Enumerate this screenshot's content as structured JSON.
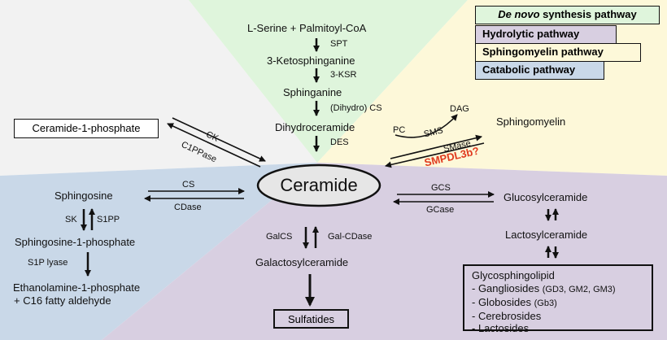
{
  "legend": {
    "denovo_italic": "De novo",
    "denovo_rest": " synthesis pathway",
    "hydrolytic": "Hydrolytic pathway",
    "sphingomyelin": "Sphingomyelin pathway",
    "catabolic": "Catabolic pathway"
  },
  "colors": {
    "denovo": "#dff5dc",
    "hydrolytic": "#d8cfe1",
    "sphingomyelin": "#fdf8d9",
    "catabolic": "#c9d8e8",
    "gray": "#f2f2f2",
    "highlight": "#e03a1e"
  },
  "center": {
    "ceramide": "Ceramide"
  },
  "denovo": {
    "substrate": "L-Serine + Palmitoyl-CoA",
    "enzyme1": "SPT",
    "product1": "3-Ketosphinganine",
    "enzyme2": "3-KSR",
    "product2": "Sphinganine",
    "enzyme3": "(Dihydro) CS",
    "product3": "Dihydroceramide",
    "enzyme4": "DES"
  },
  "sphingomyelin_path": {
    "pc": "PC",
    "dag": "DAG",
    "sms": "SMS",
    "smase": "SMase",
    "highlight_enzyme": "SMPDL3b?",
    "product": "Sphingomyelin"
  },
  "c1p": {
    "product": "Ceramide-1-phosphate",
    "forward": "CK",
    "reverse": "C1PPase"
  },
  "catabolic": {
    "forward_enzyme": "CS",
    "reverse_enzyme": "CDase",
    "sphingosine": "Sphingosine",
    "sk": "SK",
    "s1pp": "S1PP",
    "s1p": "Sphingosine-1-phosphate",
    "lyase": "S1P lyase",
    "end_product_1": "Ethanolamine-1-phosphate",
    "end_product_2": "+ C16 fatty aldehyde"
  },
  "galactosyl": {
    "forward_enzyme": "GalCS",
    "reverse_enzyme": "Gal-CDase",
    "product": "Galactosylceramide",
    "end_product": "Sulfatides"
  },
  "glucosyl": {
    "forward_enzyme": "GCS",
    "reverse_enzyme": "GCase",
    "product1": "Glucosylceramide",
    "product2": "Lactosylceramide",
    "gsl_title": "Glycosphingolipid",
    "gsl_items": [
      {
        "main": "- Gangliosides",
        "detail": "(GD3, GM2, GM3)"
      },
      {
        "main": "- Globosides",
        "detail": "(Gb3)"
      },
      {
        "main": "- Cerebrosides",
        "detail": ""
      },
      {
        "main": "- Lactosides",
        "detail": ""
      }
    ]
  }
}
